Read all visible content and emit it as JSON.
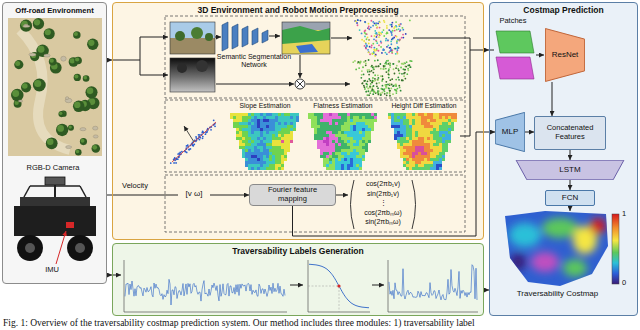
{
  "diagram": {
    "caption": "Fig. 1: Overview of the traversability costmap prediction system. Our method includes three modules: 1) traversability label",
    "nodes": [
      {
        "text": [
          "Off-road Environment"
        ]
      },
      {
        "text": [
          "3D Environment and Robot Motion Preprocessing"
        ]
      },
      {
        "text": [
          "Fourier feature mapping"
        ],
        "in": 1
      },
      {
        "text": [
          "Costmap Prediction"
        ]
      },
      {
        "text": [
          "ResNet"
        ],
        "in": 3
      },
      {
        "text": [
          "MLP"
        ],
        "in": 3
      },
      {
        "text": [
          "Concatenated Features"
        ],
        "in": 3
      },
      {
        "text": [
          "LSTM"
        ],
        "in": 3
      },
      {
        "text": [
          "FCN"
        ],
        "in": 3
      },
      {
        "text": [
          "Traversability Labels Generation"
        ]
      }
    ],
    "edges": [
      {
        "from": 0,
        "to": 1,
        "arrow": "to"
      },
      {
        "from": 0,
        "to": 2,
        "label": "Velocity",
        "arrow": "to"
      },
      {
        "from": 2,
        "to": 5,
        "arrow": "to"
      },
      {
        "from": 1,
        "to": 3,
        "arrow": "to"
      },
      {
        "from": 4,
        "to": 6,
        "arrow": "to"
      },
      {
        "from": 5,
        "to": 6,
        "arrow": "to"
      },
      {
        "from": 6,
        "to": 7,
        "arrow": "to"
      },
      {
        "from": 7,
        "to": 8,
        "arrow": "to"
      },
      {
        "from": 0,
        "to": 9,
        "arrow": "to"
      },
      {
        "from": 9,
        "to": 3,
        "arrow": "to"
      }
    ],
    "labels": [
      "RGB-D Camera",
      "IMU",
      "Semantic Segmentation Network",
      "Slope Estimation",
      "Flatness Estimation",
      "Height Diff Estimation",
      "[v ω]",
      "cos(2πb₁v)",
      "sin(2πb₁v)",
      "⋮",
      "cos(2πbₘω)",
      "sin(2πbₘω)",
      "Patches",
      "Traversability Costmap",
      "1",
      "0"
    ]
  }
}
